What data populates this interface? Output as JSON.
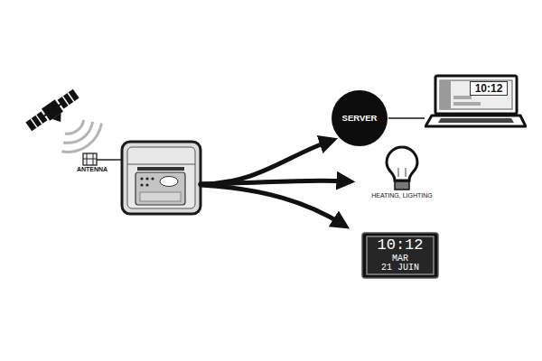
{
  "diagram": {
    "nodes": [
      {
        "text": [
          "ANTENNA"
        ]
      },
      {
        "text": [
          "SERVER"
        ]
      },
      {
        "text": [
          "10:12"
        ]
      },
      {
        "text": [
          "HEATING, LIGHTING"
        ]
      },
      {
        "text": [
          "10:12",
          "MAR",
          "21 JUIN"
        ]
      }
    ],
    "edges": [
      {
        "from": 1,
        "to": 2,
        "arrow": "none"
      }
    ]
  }
}
